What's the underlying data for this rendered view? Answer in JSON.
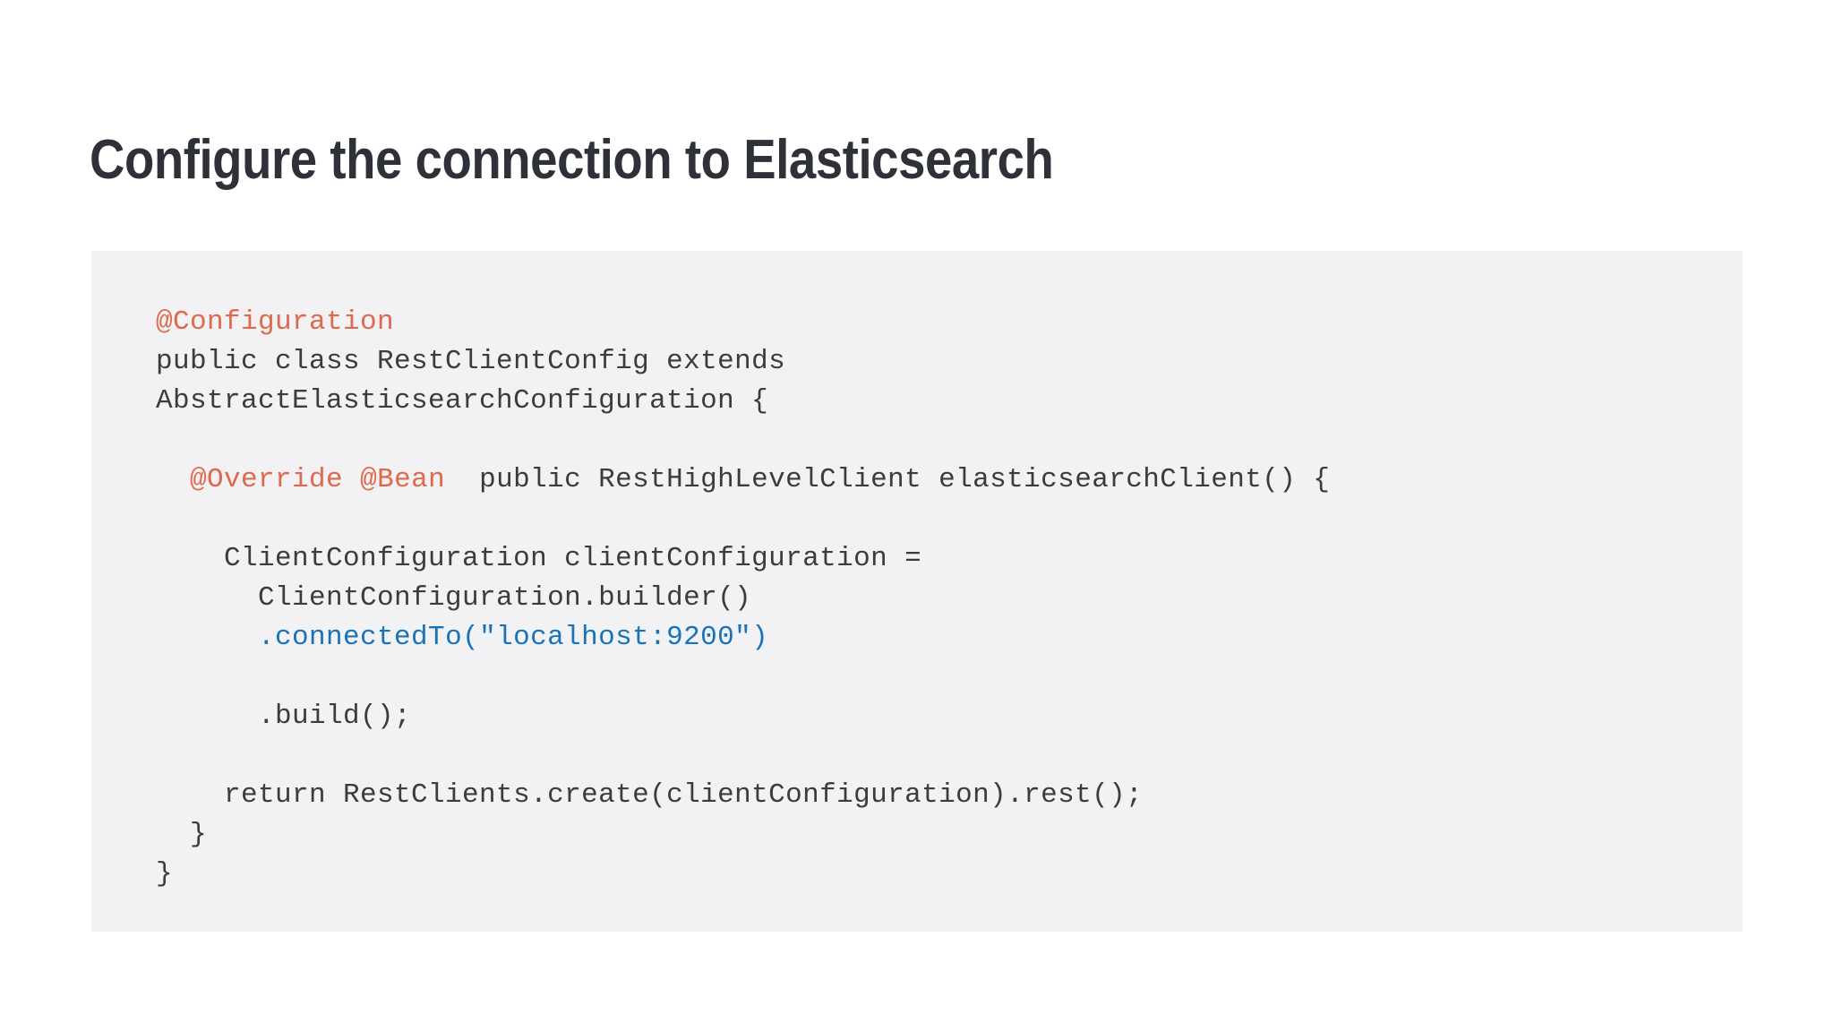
{
  "slide": {
    "title": "Configure the connection to Elasticsearch",
    "background_color": "#ffffff",
    "title_color": "#2e3138"
  },
  "code_block": {
    "background_color": "#f2f2f4",
    "language": "java",
    "default_text_color": "#3c3c3c",
    "annotation_color": "#e0694c",
    "method_color": "#1a73b8",
    "string_color": "#1a73b8",
    "lines": [
      {
        "id": "line-1",
        "segments": [
          {
            "text": "@Configuration",
            "type": "annotation"
          }
        ]
      },
      {
        "id": "line-2",
        "segments": [
          {
            "text": "public class RestClientConfig extends",
            "type": "plain"
          }
        ]
      },
      {
        "id": "line-3",
        "segments": [
          {
            "text": "AbstractElasticsearchConfiguration {",
            "type": "plain"
          }
        ]
      },
      {
        "id": "line-4",
        "segments": [
          {
            "text": "",
            "type": "plain"
          }
        ]
      },
      {
        "id": "line-5",
        "segments": [
          {
            "text": "  ",
            "type": "plain"
          },
          {
            "text": "@Override",
            "type": "annotation"
          },
          {
            "text": " ",
            "type": "plain"
          },
          {
            "text": "@Bean",
            "type": "annotation"
          },
          {
            "text": "  public RestHighLevelClient elasticsearchClient() {",
            "type": "plain"
          }
        ]
      },
      {
        "id": "line-6",
        "segments": [
          {
            "text": "",
            "type": "plain"
          }
        ]
      },
      {
        "id": "line-7",
        "segments": [
          {
            "text": "    ClientConfiguration clientConfiguration =",
            "type": "plain"
          }
        ]
      },
      {
        "id": "line-8",
        "segments": [
          {
            "text": "      ClientConfiguration.builder()",
            "type": "plain"
          }
        ]
      },
      {
        "id": "line-9",
        "segments": [
          {
            "text": "      ",
            "type": "plain"
          },
          {
            "text": ".connectedTo",
            "type": "method"
          },
          {
            "text": "(",
            "type": "method"
          },
          {
            "text": "\"localhost:9200\"",
            "type": "string"
          },
          {
            "text": ")",
            "type": "method"
          }
        ]
      },
      {
        "id": "line-10",
        "segments": [
          {
            "text": "",
            "type": "plain"
          }
        ]
      },
      {
        "id": "line-11",
        "segments": [
          {
            "text": "      .build();",
            "type": "plain"
          }
        ]
      },
      {
        "id": "line-12",
        "segments": [
          {
            "text": "",
            "type": "plain"
          }
        ]
      },
      {
        "id": "line-13",
        "segments": [
          {
            "text": "    return RestClients.create(clientConfiguration).rest();",
            "type": "plain"
          }
        ]
      },
      {
        "id": "line-14",
        "segments": [
          {
            "text": "  }",
            "type": "plain"
          }
        ]
      },
      {
        "id": "line-15",
        "segments": [
          {
            "text": "}",
            "type": "plain"
          }
        ]
      }
    ]
  }
}
